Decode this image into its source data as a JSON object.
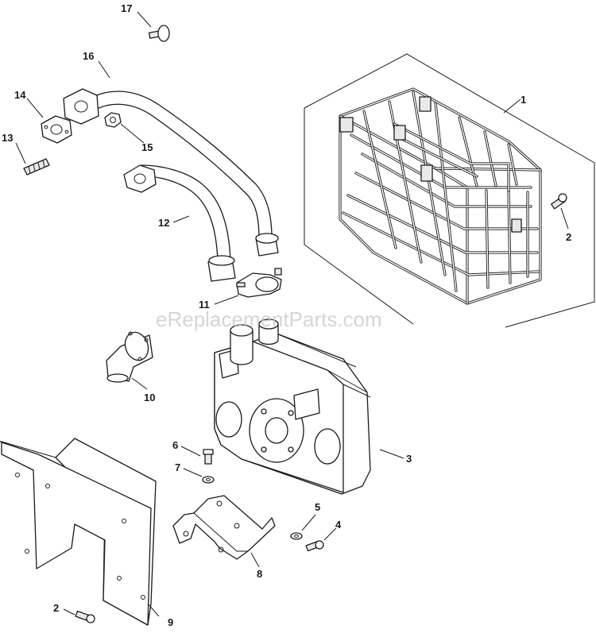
{
  "watermark": "eReplacementParts.com",
  "callouts": {
    "c1": "1",
    "c2a": "2",
    "c2b": "2",
    "c3": "3",
    "c4": "4",
    "c5": "5",
    "c6": "6",
    "c7": "7",
    "c8": "8",
    "c9": "9",
    "c10": "10",
    "c11": "11",
    "c12": "12",
    "c13": "13",
    "c14": "14",
    "c15": "15",
    "c16": "16",
    "c17": "17"
  }
}
